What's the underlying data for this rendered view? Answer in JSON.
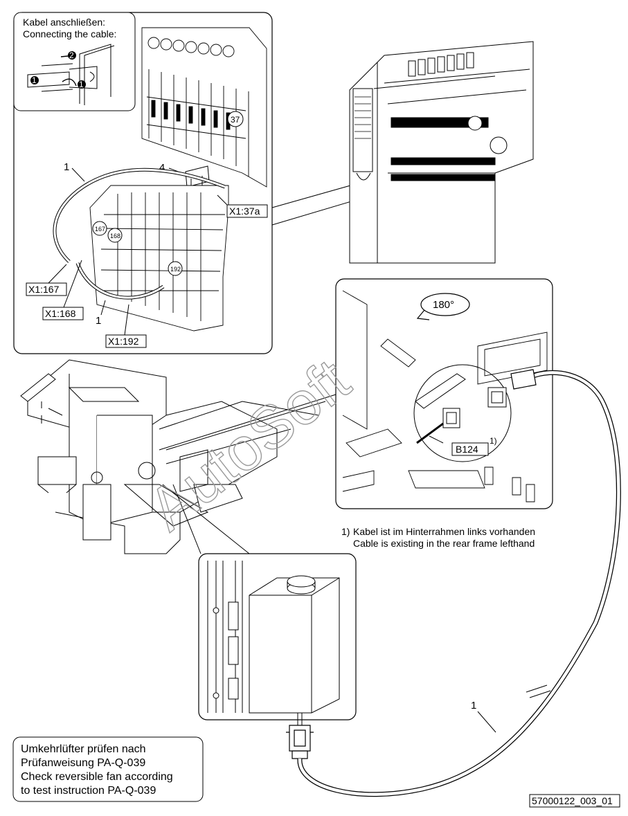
{
  "inset_connect": {
    "title_de": "Kabel anschließen:",
    "title_en": "Connecting the cable:",
    "step_numbers": [
      "2",
      "1",
      "1"
    ]
  },
  "terminals": {
    "part_callouts": [
      "1",
      "4",
      "1"
    ],
    "terminal_numbers": [
      "37",
      "167",
      "168",
      "192"
    ],
    "labels": [
      "X1:37a",
      "X1:167",
      "X1:168",
      "X1:192"
    ]
  },
  "connector_detail": {
    "rotation": "180°",
    "component": "B124",
    "footnote_ref": "1)"
  },
  "footnote": {
    "marker": "1)",
    "line_de": "Kabel ist im Hinterrahmen links vorhanden",
    "line_en": "Cable is existing in the rear frame lefthand"
  },
  "cable_callout": "1",
  "instruction": {
    "line1": "Umkehrlüfter prüfen nach",
    "line2": "Prüfanweisung PA-Q-039",
    "line3": "Check reversible fan according",
    "line4": "to test instruction PA-Q-039"
  },
  "watermark": "AutoSoft",
  "drawing_number": "57000122_003_01"
}
